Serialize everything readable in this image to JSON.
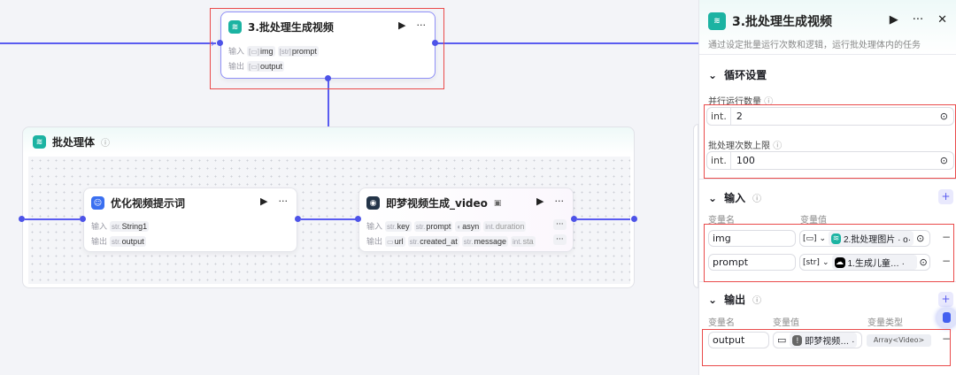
{
  "canvas": {
    "node_main": {
      "title": "3.批处理生成视频",
      "in_label": "输入",
      "out_label": "输出",
      "inputs": [
        {
          "type": "[▭]",
          "name": "img"
        },
        {
          "type": "[str]",
          "name": "prompt"
        }
      ],
      "outputs": [
        {
          "type": "[▭]",
          "name": "output"
        }
      ]
    },
    "batch": {
      "title": "批处理体"
    },
    "node_opt": {
      "title": "优化视频提示词",
      "in_label": "输入",
      "out_label": "输出",
      "inputs": [
        {
          "type": "str.",
          "name": "String1"
        }
      ],
      "outputs": [
        {
          "type": "str.",
          "name": "output"
        }
      ]
    },
    "node_video": {
      "title": "即梦视频生成_video",
      "in_label": "输入",
      "out_label": "输出",
      "inputs": [
        {
          "type": "str.",
          "name": "key"
        },
        {
          "type": "str.",
          "name": "prompt"
        },
        {
          "type": "◐",
          "name": "asyn"
        },
        {
          "type": "int.",
          "name": "duration"
        }
      ],
      "outputs": [
        {
          "type": "▭",
          "name": "url"
        },
        {
          "type": "str.",
          "name": "created_at"
        },
        {
          "type": "str.",
          "name": "message"
        },
        {
          "type": "int.",
          "name": "sta"
        }
      ]
    }
  },
  "panel": {
    "title": "3.批处理生成视频",
    "description": "通过设定批量运行次数和逻辑，运行批处理体内的任务",
    "loop": {
      "title": "循环设置",
      "parallel_label": "并行运行数量",
      "parallel_type": "int.",
      "parallel_value": "2",
      "max_label": "批处理次数上限",
      "max_type": "int.",
      "max_value": "100"
    },
    "input": {
      "title": "输入",
      "col_name": "变量名",
      "col_value": "变量值",
      "rows": [
        {
          "name": "img",
          "type": "[▭]",
          "ref": "2.批处理图片 · o·"
        },
        {
          "name": "prompt",
          "type": "[str]",
          "ref": "1.生成儿童… ·"
        }
      ]
    },
    "output": {
      "title": "输出",
      "col_name": "变量名",
      "col_value": "变量值",
      "col_type": "变量类型",
      "rows": [
        {
          "name": "output",
          "ref": "即梦视频… ·",
          "type": "Array<Video>"
        }
      ]
    }
  }
}
